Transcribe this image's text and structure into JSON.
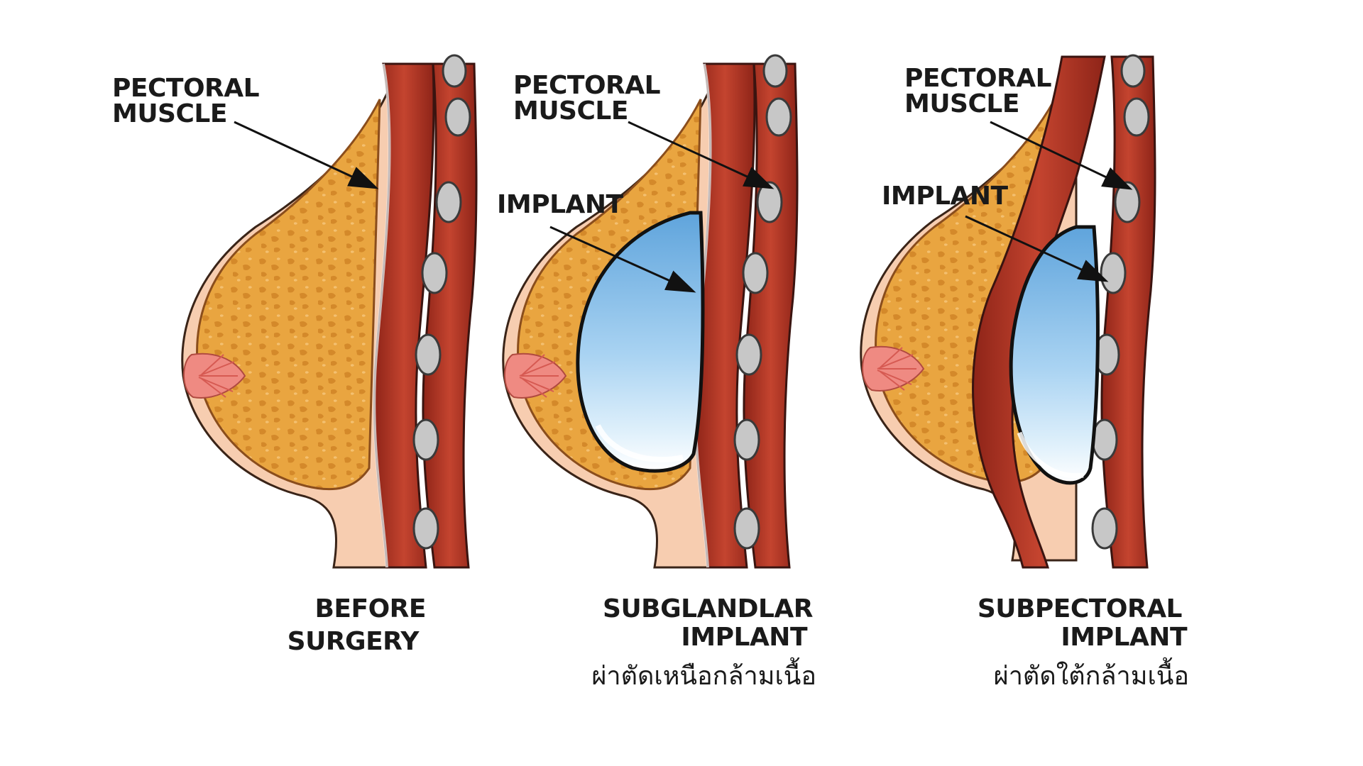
{
  "colors": {
    "skin": "#f7cdb0",
    "fat": "#e9a540",
    "fat_spot": "#d4892a",
    "muscle": "#b83a2a",
    "muscle_dark": "#7a1f16",
    "rib": "#b9b9b9",
    "nipple": "#ef8a82",
    "implant": "#8fc3ea",
    "implant_edge": "#111111"
  },
  "panels": [
    {
      "id": "before",
      "pointer_labels": [
        {
          "lines": [
            "PECTORAL",
            "MUSCLE"
          ]
        }
      ],
      "caption": [
        "BEFORE",
        "SURGERY"
      ],
      "caption_thai": ""
    },
    {
      "id": "subglandular",
      "pointer_labels": [
        {
          "lines": [
            "PECTORAL",
            "MUSCLE"
          ]
        },
        {
          "lines": [
            "IMPLANT"
          ]
        }
      ],
      "caption": [
        "SUBGLANDLAR",
        "IMPLANT"
      ],
      "caption_thai": "ผ่าตัดเหนือกล้ามเนื้อ"
    },
    {
      "id": "subpectoral",
      "pointer_labels": [
        {
          "lines": [
            "PECTORAL",
            "MUSCLE"
          ]
        },
        {
          "lines": [
            "IMPLANT"
          ]
        }
      ],
      "caption": [
        "SUBPECTORAL",
        "IMPLANT"
      ],
      "caption_thai": "ผ่าตัดใต้กล้ามเนื้อ"
    }
  ]
}
